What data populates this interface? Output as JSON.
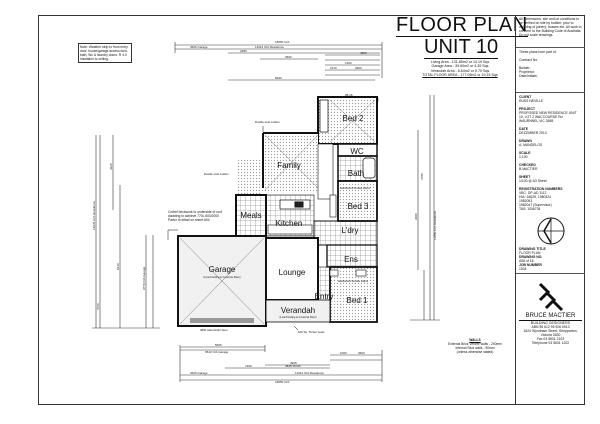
{
  "document": {
    "title_line1": "FLOOR PLAN",
    "title_line2": "UNIT 10",
    "areas": [
      "Living Area - 131.85m2 or 14.19 Sqs",
      "Garage Area - 39.60m2 or 4.26 Sqs",
      "Verandah Area - 6.64m2 or 0.70 Sqs",
      "TOTAL FLOOR AREA - 177.09m2 or 19.15 Sqs"
    ]
  },
  "title_block": {
    "disclaimer": "All dimensions, site and lot conditions to be verified on site by builder, prior to ordering of joinery, trusses etc. All work to conform to the Building Code of Australia. Do not scale drawings.",
    "fields": [
      {
        "label": "These plans form part of:",
        "value": ""
      },
      {
        "label": "Contract No.",
        "value": ""
      },
      {
        "label": "Builder:",
        "value": ""
      },
      {
        "label": "Proprietor:",
        "value": ""
      },
      {
        "label": "Date/Initials:",
        "value": ""
      }
    ],
    "client_label": "CLIENT",
    "client": "RUSS NEVILLE",
    "project_label": "PROJECT",
    "project": "PROPOSED NEW RESIDENCE UNIT 10, LOT 2 WACCOURSE Rd WAURNNEL VIC 3658",
    "date_label": "DATE",
    "date": "DECEMBER 2010",
    "drawn_label": "DRAWN",
    "drawn": "A. MANDELOS",
    "scale_label": "SCALE",
    "scale": "1:100",
    "checked_label": "CHECKED",
    "checked": "B.MACTIER",
    "sheet_label": "SHEET",
    "sheet": "1/100 @ A3 Sheet",
    "registration_label": "REGISTRATION NUMBERS",
    "registrations": [
      "VBC: DP-AD 1112",
      "HIA: 16625, 1980324",
      "1982063",
      "1982047 (Supervisor)",
      "TAS: 1006734"
    ],
    "drawing_title_label": "DRAWING TITLE",
    "drawing_title": "FLOOR PLAN",
    "drawing_number_label": "DRAWING NO.",
    "drawing_number": "A08 of 18",
    "job_number_label": "JOB NUMBER",
    "job_number": "1004",
    "company": "BRUCE MACTIER",
    "company_sub": "BUILDING DESIGNERS",
    "abn": "ABN 96 612 95 926 6913",
    "address": "1624 Wyndham Street, Shepparton, Victoria 3630",
    "phone": "Fax 03 5831 2103",
    "mobile": "Telephone 03 5831 1202"
  },
  "notes": {
    "weather_strip": "Note: Weather strip to front entry door, house/garage access door, bath, Wc & laundry doors. R 4.0 insulation to ceiling.",
    "double_stud_1": "Double stud mullion",
    "double_stud_2": "Double stud mullion",
    "corbel": "Corbel brickwork to underside of roof cladding to achieve 770L 600/2000 Parfor to detail on sheet A04",
    "walls_title": "WALLS",
    "walls": [
      "External Brick Veneer walls - 240mm",
      "Internal Stud walls - 90mm",
      "(unless otherwise stated)"
    ],
    "smoke_1": "Smoke",
    "downpipe": "100 Sq. Timber posts",
    "roller_door": "4800 wide Roller Door",
    "smoke_alarm_1": "Hardwired Smoke Alarm",
    "smoke_alarm_2": "Hardwired Smoke Alarm"
  },
  "rooms": [
    {
      "name": "Bed 2"
    },
    {
      "name": "WC"
    },
    {
      "name": "Bath"
    },
    {
      "name": "Family"
    },
    {
      "name": "Bed 3"
    },
    {
      "name": "Meals"
    },
    {
      "name": "Kitchen"
    },
    {
      "name": "L'dry"
    },
    {
      "name": "Garage",
      "sub": "(Lined Ceiling & Concrete Floor)"
    },
    {
      "name": "Lounge"
    },
    {
      "name": "Ens"
    },
    {
      "name": "Entry"
    },
    {
      "name": "Bed 1"
    },
    {
      "name": "Verandah",
      "sub": "(Lined Ceiling & Concrete Floor)"
    }
  ],
  "dimensions": {
    "top": [
      "18650 O/A",
      "3626 Garage",
      "11012 O/A Residence",
      "2280",
      "3600",
      "1300",
      "3600",
      "1970",
      "1000",
      "4800",
      "8290",
      "25.16",
      "25.34"
    ],
    "bottom": [
      "5665",
      "6542 O/A Garage",
      "3626 Garage",
      "7450",
      "4828 Vhrah",
      "4965",
      "11012 O/A Residence",
      "18650 O/A",
      "1000",
      "1300",
      "1100",
      "3600"
    ],
    "left": [
      "19035 O/A Residence",
      "9770 O/A Garage",
      "4225",
      "8210",
      "4726"
    ],
    "right": [
      "13850 O/A Residence",
      "3785",
      "1100",
      "1300",
      "3600"
    ]
  },
  "colors": {
    "ink": "#111111",
    "paper": "#ffffff",
    "hatch": "#9a9a9a"
  }
}
